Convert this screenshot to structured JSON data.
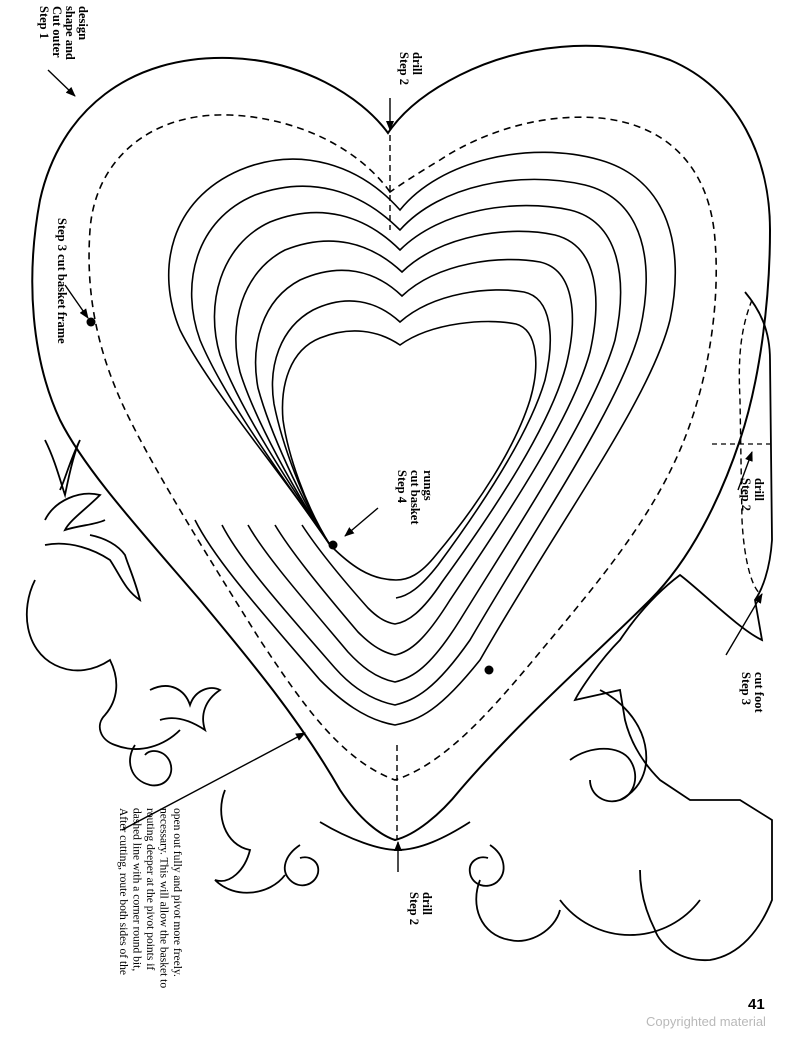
{
  "labels": {
    "step1": [
      "Step 1",
      "Cut outer",
      "shape and",
      "design"
    ],
    "step2_top": [
      "Step 2",
      "drill"
    ],
    "step2_right": [
      "Step 2",
      "drill"
    ],
    "step2_bottom": [
      "Step 2",
      "drill"
    ],
    "step3_frame": "Step 3 cut basket frame",
    "step3_foot": [
      "Step 3",
      "cut foot"
    ],
    "step4": [
      "Step 4",
      "cut basket",
      "rungs"
    ]
  },
  "note": [
    "After cutting, route both sides of the",
    "dashed line with a corner round bit,",
    "routing deeper at the pivot points if",
    "necessary. This will allow the basket to",
    "open out fully and pivot more freely."
  ],
  "page_number": "41",
  "copyright": "Copyrighted material"
}
